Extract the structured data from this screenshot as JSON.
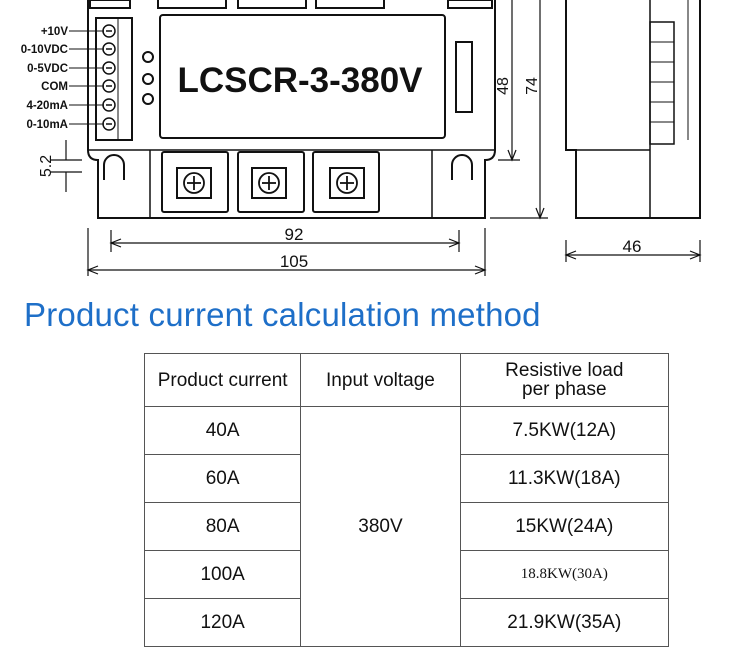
{
  "drawing": {
    "model_label": "LCSCR-3-380V",
    "terminals": [
      "+10V",
      "0-10VDC",
      "0-5VDC",
      "COM",
      "4-20mA",
      "0-10mA"
    ],
    "dimensions": {
      "hole_offset": "5.2",
      "height_inner": "48",
      "height_outer": "74",
      "width_inner": "92",
      "width_outer": "105",
      "depth": "46"
    }
  },
  "section_title": "Product current calculation method",
  "table": {
    "headers": [
      "Product current",
      "Input voltage",
      "Resistive load",
      "per phase"
    ],
    "voltage": "380V",
    "rows": [
      {
        "current": "40A",
        "load": "7.5KW(12A)"
      },
      {
        "current": "60A",
        "load": "11.3KW(18A)"
      },
      {
        "current": "80A",
        "load": "15KW(24A)"
      },
      {
        "current": "100A",
        "load": "18.8KW(30A)"
      },
      {
        "current": "120A",
        "load": "21.9KW(35A)"
      }
    ]
  }
}
